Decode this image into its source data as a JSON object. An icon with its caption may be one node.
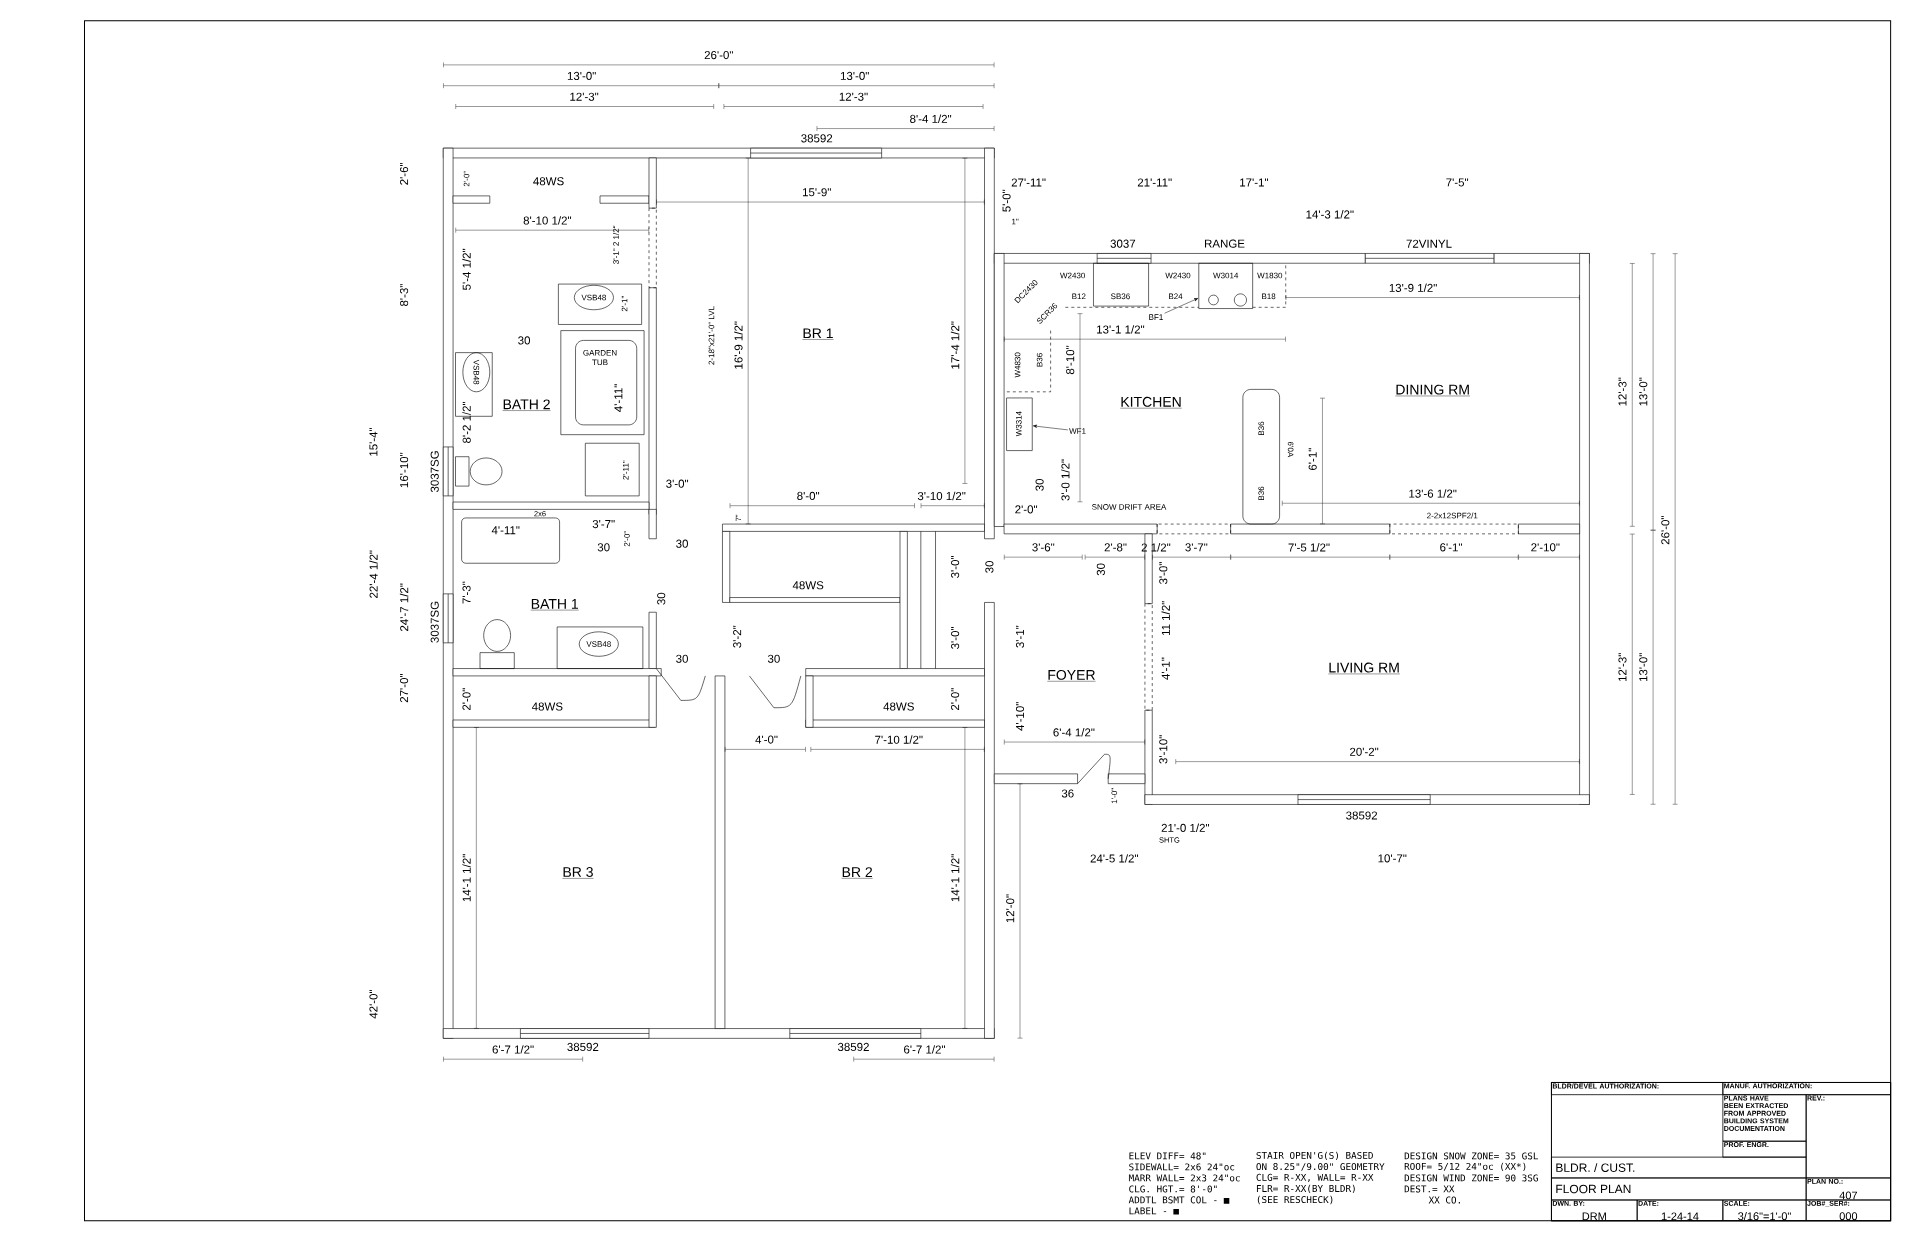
{
  "diagram": {
    "nodes": [
      {
        "text": [
          "BR 1"
        ]
      },
      {
        "text": [
          "BATH 2"
        ]
      },
      {
        "text": [
          "BATH 1"
        ]
      },
      {
        "text": [
          "BR 3"
        ]
      },
      {
        "text": [
          "BR 2"
        ]
      },
      {
        "text": [
          "KITCHEN"
        ]
      },
      {
        "text": [
          "DINING RM"
        ]
      },
      {
        "text": [
          "FOYER"
        ]
      },
      {
        "text": [
          "LIVING RM"
        ]
      },
      {
        "text": [
          "BF1"
        ]
      },
      {
        "text": [
          "WF1"
        ]
      },
      {
        "text": [
          "BLDR/DEVEL AUTHORIZATION:"
        ]
      },
      {
        "text": [
          "MANUF. AUTHORIZATION:"
        ]
      },
      {
        "text": [
          "PLANS HAVE BEEN EXTRACTED FROM APPROVED BUILDING SYSTEM DOCUMENTATION"
        ]
      },
      {
        "text": [
          "PROF. ENGR."
        ]
      },
      {
        "text": [
          "REV.:"
        ]
      },
      {
        "text": [
          "BLDR. / CUST."
        ]
      },
      {
        "text": [
          "FLOOR PLAN"
        ]
      },
      {
        "text": [
          "PLAN NO.:",
          "407"
        ]
      },
      {
        "text": [
          "DWN. BY:",
          "DRM"
        ]
      },
      {
        "text": [
          "DATE:",
          "1-24-14"
        ]
      },
      {
        "text": [
          "SCALE:",
          "3/16\"=1'-0\""
        ]
      },
      {
        "text": [
          "JOB#_SER#:",
          "000"
        ]
      },
      {
        "text": [
          "W3014"
        ]
      },
      {
        "text": [
          "W3314"
        ]
      }
    ],
    "edges": [
      {
        "from": 9,
        "to": 23,
        "arrow": "to"
      },
      {
        "from": 10,
        "to": 24,
        "arrow": "to"
      }
    ],
    "labels": [
      "26'-0\"",
      "13'-0\"",
      "13'-0\"",
      "12'-3\"",
      "12'-3\"",
      "8'-4 1/2\"",
      "38592",
      "2'-6\"",
      "8'-3\"",
      "15'-4\"",
      "16'-10\"",
      "3037SG",
      "22'-4 1/2\"",
      "24'-7 1/2\"",
      "3037SG",
      "27'-0\"",
      "42'-0\"",
      "2'-0\"",
      "48WS",
      "3'-1\" 2 1/2\"",
      "8'-10 1/2\"",
      "5'-4 1/2\"",
      "VSB48",
      "2'-1\"",
      "30",
      "VSB48",
      "GARDEN TUB",
      "4'-11\"",
      "8'-2 1/2\"",
      "2'-11\"",
      "3'-0\"",
      "2-18\"x21'-0\" LVL",
      "16'-9 1/2\"",
      "15'-9\"",
      "17'-4 1/2\"",
      "8'-0\"",
      "3'-10 1/2\"",
      "7\"",
      "2x6",
      "4'-11\"",
      "3'-7\"",
      "30",
      "2'-0\"",
      "30",
      "30",
      "7'-3\"",
      "VSB48",
      "30",
      "30",
      "3'-2\"",
      "48WS",
      "3'-0\"",
      "30",
      "3'-0\"",
      "2'-0\"",
      "48WS",
      "48WS",
      "2'-0\"",
      "4'-0\"",
      "7'-10 1/2\"",
      "14'-1 1/2\"",
      "14'-1 1/2\"",
      "12'-0\"",
      "6'-7 1/2\"",
      "38592",
      "38592",
      "6'-7 1/2\"",
      "27'-11\"",
      "5'-0\"",
      "1\"",
      "21'-11\"",
      "17'-1\"",
      "7'-5\"",
      "14'-3 1/2\"",
      "3037",
      "RANGE",
      "72VINYL",
      "DC2430",
      "W2430",
      "W2430",
      "W1830",
      "SCR36",
      "B12",
      "SB36",
      "B24",
      "B18",
      "13'-9 1/2\"",
      "13'-1 1/2\"",
      "W4830",
      "B36",
      "8'-10\"",
      "B36",
      "B36",
      "6'0A",
      "6'-1\"",
      "30",
      "3'-0 1/2\"",
      "2'-0\"",
      "SNOW DRIFT AREA",
      "13'-6 1/2\"",
      "2-2x12SPF2/1",
      "3'-6\"",
      "2'-8\"",
      "2 1/2\"",
      "3'-7\"",
      "7'-5 1/2\"",
      "6'-1\"",
      "2'-10\"",
      "30",
      "3'-0\"",
      "11 1/2\"",
      "4'-1\"",
      "3'-1\"",
      "4'-10\"",
      "6'-4 1/2\"",
      "3'-10\"",
      "20'-2\"",
      "36",
      "1'-0\"",
      "38592",
      "21'-0 1/2\"",
      "SHTG",
      "24'-5 1/2\"",
      "10'-7\"",
      "12'-3\"",
      "13'-0\"",
      "26'-0\"",
      "12'-3\"",
      "13'-0\"",
      "ELEV DIFF= 48\"",
      "SIDEWALL= 2x6 24\"oc",
      "MARR WALL= 2x3 24\"oc",
      "CLG. HGT.= 8'-0\"",
      "ADDTL BSMT COL - ■",
      "LABEL - ■",
      "STAIR OPEN'G(S) BASED",
      "ON 8.25\"/9.00\" GEOMETRY",
      "CLG= R-XX, WALL= R-XX",
      "FLR= R-XX(BY BLDR)",
      "(SEE RESCHECK)",
      "DESIGN SNOW ZONE= 35 GSL",
      "ROOF= 5/12 24\"oc (XX*)",
      "DESIGN WIND ZONE= 90 3SG",
      "DEST.= XX",
      "XX CO."
    ]
  }
}
